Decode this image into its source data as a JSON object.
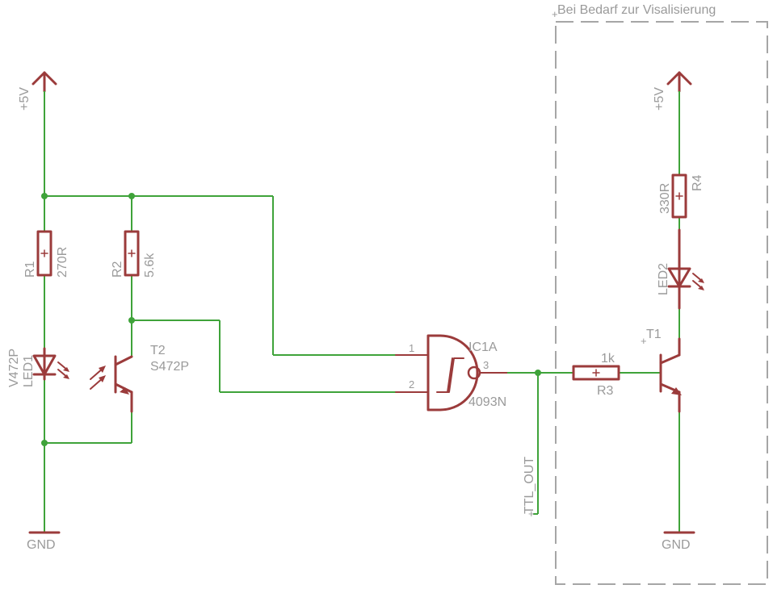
{
  "frame": {
    "label": "Bei Bedarf zur Visalisierung"
  },
  "supply": {
    "left_vcc": "+5V",
    "right_vcc": "+5V",
    "left_gnd": "GND",
    "right_gnd": "GND"
  },
  "parts": {
    "R1": {
      "name": "R1",
      "value": "270R"
    },
    "R2": {
      "name": "R2",
      "value": "5.6k"
    },
    "R3": {
      "name": "R3",
      "value": "1k"
    },
    "R4": {
      "name": "R4",
      "value": "330R"
    },
    "LED1": {
      "name": "LED1",
      "value": "V472P"
    },
    "LED2": {
      "name": "LED2"
    },
    "T1": {
      "name": "T1"
    },
    "T2": {
      "name": "T2",
      "value": "S472P"
    },
    "IC1A": {
      "name": "IC1A",
      "value": "4093N",
      "pin1": "1",
      "pin2": "2",
      "pin3": "3"
    }
  },
  "nets": {
    "ttl_out": "TTL_OUT"
  },
  "colors": {
    "wire": "#3fa33a",
    "symbol": "#9b3b3b",
    "label": "#9a9a9a",
    "frame": "#a6a6a6"
  }
}
